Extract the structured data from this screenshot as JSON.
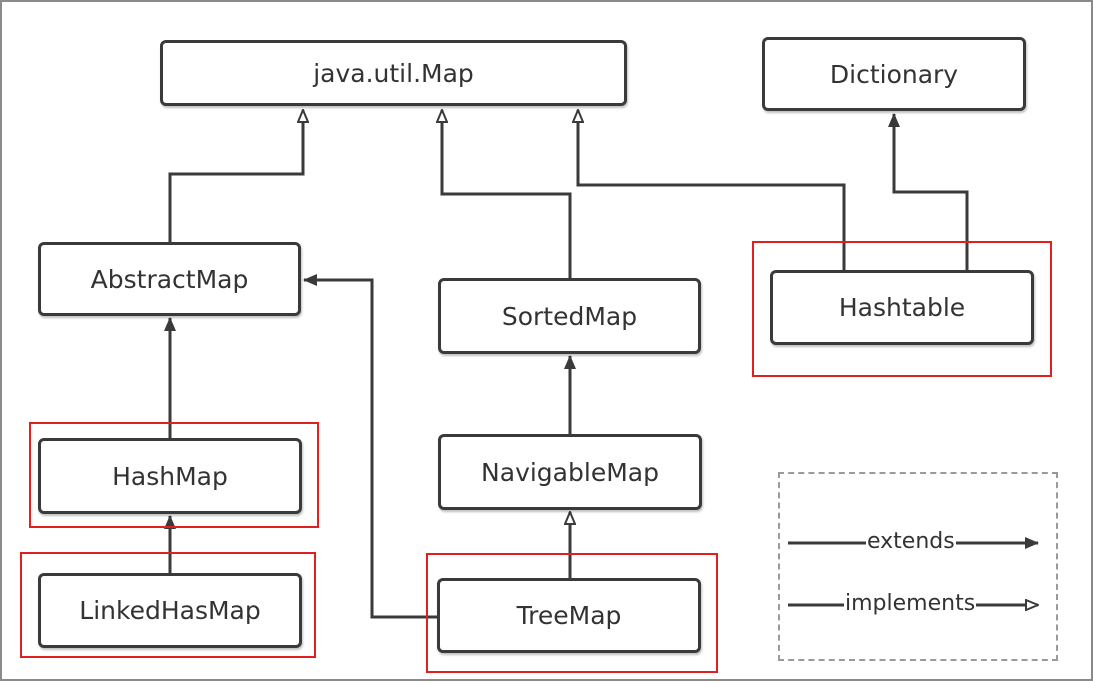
{
  "nodes": {
    "map": "java.util.Map",
    "dictionary": "Dictionary",
    "abstract_map": "AbstractMap",
    "sorted_map": "SortedMap",
    "hashtable": "Hashtable",
    "hash_map": "HashMap",
    "navigable_map": "NavigableMap",
    "linked_hash_map": "LinkedHasMap",
    "tree_map": "TreeMap"
  },
  "legend": {
    "extends": "extends",
    "implements": "implements"
  },
  "colors": {
    "box_border": "#3a3a3a",
    "text": "#333333",
    "highlight": "#e02020",
    "legend_border": "#9a9a9a"
  }
}
